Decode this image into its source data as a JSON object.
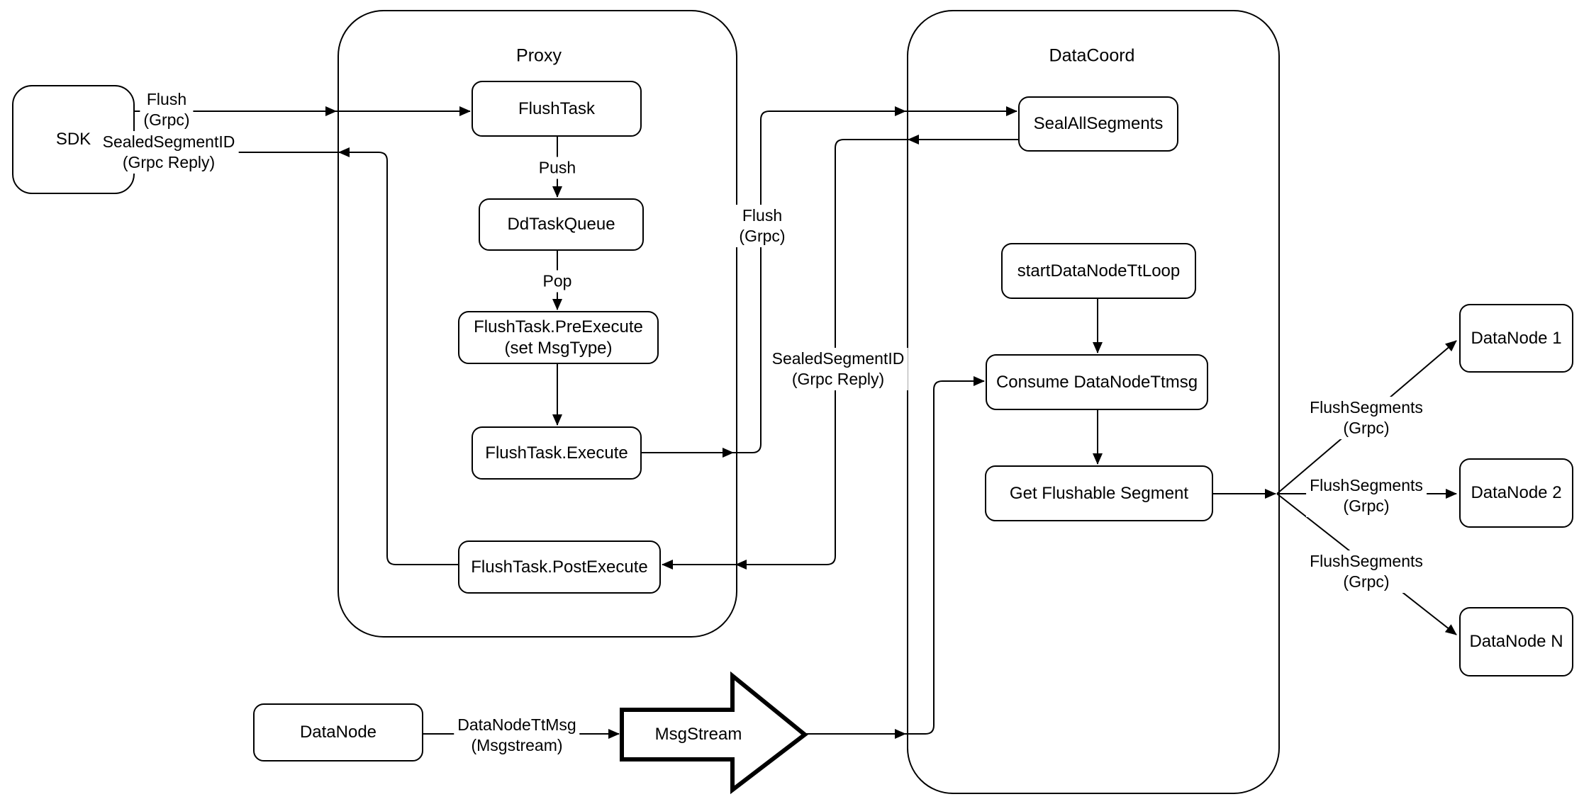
{
  "diagram": {
    "colors": {
      "stroke": "#000000",
      "node_fill": "#ffffff",
      "background": "#ffffff"
    },
    "containers": {
      "proxy": {
        "title": "Proxy"
      },
      "datacoord": {
        "title": "DataCoord"
      }
    },
    "nodes": {
      "sdk": {
        "label": "SDK"
      },
      "flush_task": {
        "label": "FlushTask"
      },
      "dd_task_queue": {
        "label": "DdTaskQueue"
      },
      "pre_execute": {
        "label": "FlushTask.PreExecute\n(set MsgType)"
      },
      "execute": {
        "label": "FlushTask.Execute"
      },
      "post_execute": {
        "label": "FlushTask.PostExecute"
      },
      "seal_all_segments": {
        "label": "SealAllSegments"
      },
      "start_datanode_tt_loop": {
        "label": "startDataNodeTtLoop"
      },
      "consume_datanode_ttmsg": {
        "label": "Consume DataNodeTtmsg"
      },
      "get_flushable_segment": {
        "label": "Get Flushable Segment"
      },
      "datanode_1": {
        "label": "DataNode 1"
      },
      "datanode_2": {
        "label": "DataNode 2"
      },
      "datanode_n": {
        "label": "DataNode N"
      },
      "datanode": {
        "label": "DataNode"
      },
      "msgstream": {
        "label": "MsgStream"
      }
    },
    "edge_labels": {
      "flush_sdk_to_proxy": {
        "text": "Flush\n(Grpc)"
      },
      "sealed_proxy_to_sdk": {
        "text": "SealedSegmentID\n(Grpc Reply)"
      },
      "push": {
        "text": "Push"
      },
      "pop": {
        "text": "Pop"
      },
      "flush_proxy_to_datacoord": {
        "text": "Flush\n(Grpc)"
      },
      "sealed_datacoord_to_proxy": {
        "text": "SealedSegmentID\n(Grpc Reply)"
      },
      "datanode_ttmsg": {
        "text": "DataNodeTtMsg\n(Msgstream)"
      },
      "flush_segments_1": {
        "text": "FlushSegments\n(Grpc)"
      },
      "flush_segments_2": {
        "text": "FlushSegments\n(Grpc)"
      },
      "flush_segments_3": {
        "text": "FlushSegments\n(Grpc)"
      }
    }
  }
}
